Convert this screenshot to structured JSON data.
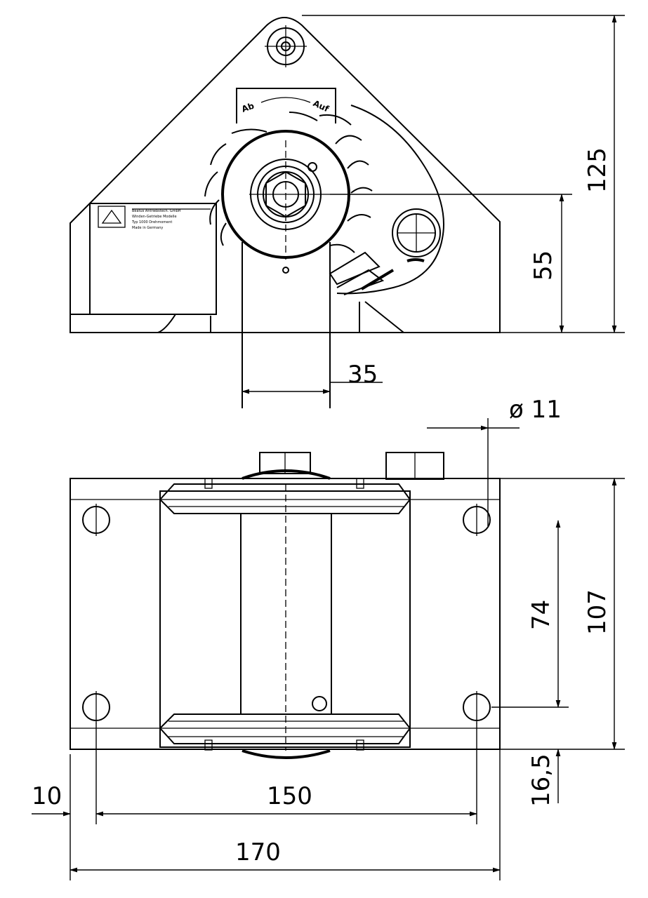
{
  "label_plate": {
    "line1": "Beatus Antriebstech. GmbH",
    "line2": "Winden-Getriebe Modelle",
    "line3": "Typ 1000 Drehmoment",
    "line4": "Made in Germany"
  },
  "dial": {
    "down_label": "Ab",
    "up_label": "Auf"
  },
  "dimensions": {
    "total_height": "125",
    "axis_height": "55",
    "drum_width": "35",
    "hole_diameter": "ø 11",
    "base_depth": "107",
    "hole_spacing_depth": "74",
    "hole_offset_depth": "16,5",
    "hole_offset_width": "10",
    "hole_spacing_width": "150",
    "total_width": "170"
  }
}
